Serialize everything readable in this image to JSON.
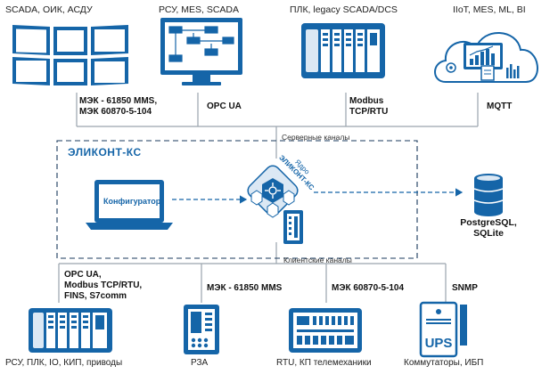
{
  "top_devices": [
    {
      "label": "SCADA, ОИК, АСДУ",
      "icon": "monitor-wall-icon"
    },
    {
      "label": "РСУ, MES, SCADA",
      "icon": "monitor-flowchart-icon"
    },
    {
      "label": "ПЛК, legacy SCADA/DCS",
      "icon": "plc-rack-icon"
    },
    {
      "label": "IIoT, MES, ML, BI",
      "icon": "cloud-analytics-icon"
    }
  ],
  "top_protocols": [
    {
      "lines": [
        "МЭК - 61850 MMS,",
        "МЭК 60870-5-104"
      ]
    },
    {
      "lines": [
        "OPC UA"
      ]
    },
    {
      "lines": [
        "Modbus",
        "TCP/RTU"
      ]
    },
    {
      "lines": [
        "MQTT"
      ]
    }
  ],
  "server_channels_label": "Серверные каналы",
  "client_channels_label": "Клиентские каналы",
  "system": {
    "title": "ЭЛИКОНТ-КС",
    "core_line1": "Ядро",
    "core_line2": "ЭЛИКОНТ-КС",
    "configurator_label": "Конфигуратор"
  },
  "database": {
    "line1": "PostgreSQL,",
    "line2": "SQLite",
    "icon": "database-icon"
  },
  "bottom_protocols": [
    {
      "lines": [
        "OPC UA,",
        "Modbus TCP/RTU,",
        "FINS,  S7comm"
      ]
    },
    {
      "lines": [
        "МЭК - 61850 MMS"
      ]
    },
    {
      "lines": [
        "МЭК 60870-5-104"
      ]
    },
    {
      "lines": [
        "SNMP"
      ]
    }
  ],
  "bottom_devices": [
    {
      "label": "РСУ, ПЛК, IO, КИП, приводы",
      "icon": "plc-modules-icon"
    },
    {
      "label": "РЗА",
      "icon": "relay-protection-icon"
    },
    {
      "label": "RTU, КП телемеханики",
      "icon": "rtu-icon"
    },
    {
      "label": "Коммутаторы, ИБП",
      "icon": "ups-icon",
      "badge": "UPS"
    }
  ],
  "colors": {
    "primary": "#1565a8",
    "line": "#9aa4ad",
    "dash": "#1a3a5c",
    "light": "#dbe8f4"
  }
}
